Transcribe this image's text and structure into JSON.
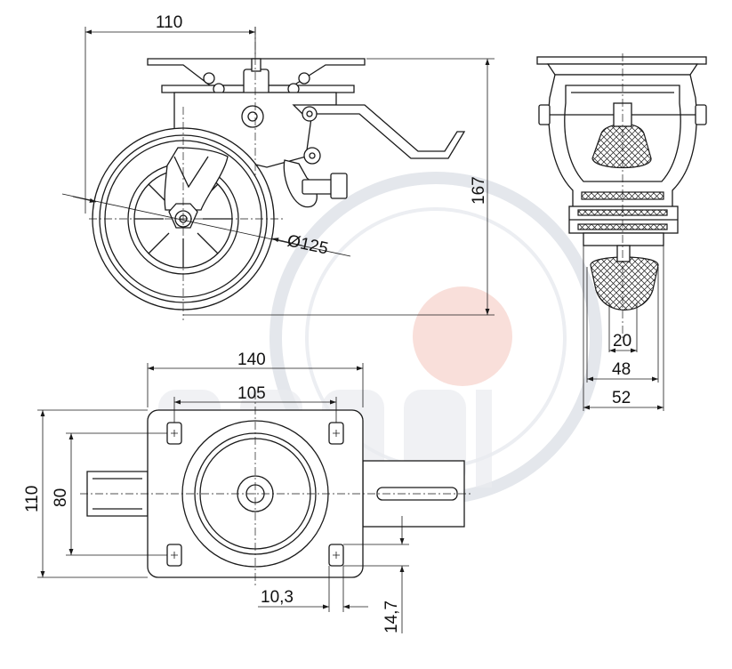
{
  "dimensions": {
    "mount_offset": "110",
    "total_height": "167",
    "wheel_diameter": "Ø125",
    "plate_width": "140",
    "hole_spacing_x": "105",
    "plate_depth": "110",
    "hole_spacing_y": "80",
    "slot_width": "10,3",
    "slot_length": "14,7",
    "tread_width": "20",
    "hub_width": "48",
    "fork_width": "52"
  },
  "colors": {
    "line": "#1a1a1a",
    "watermark_ring": "#dfe2e8",
    "watermark_dot": "#f6c9c0"
  }
}
